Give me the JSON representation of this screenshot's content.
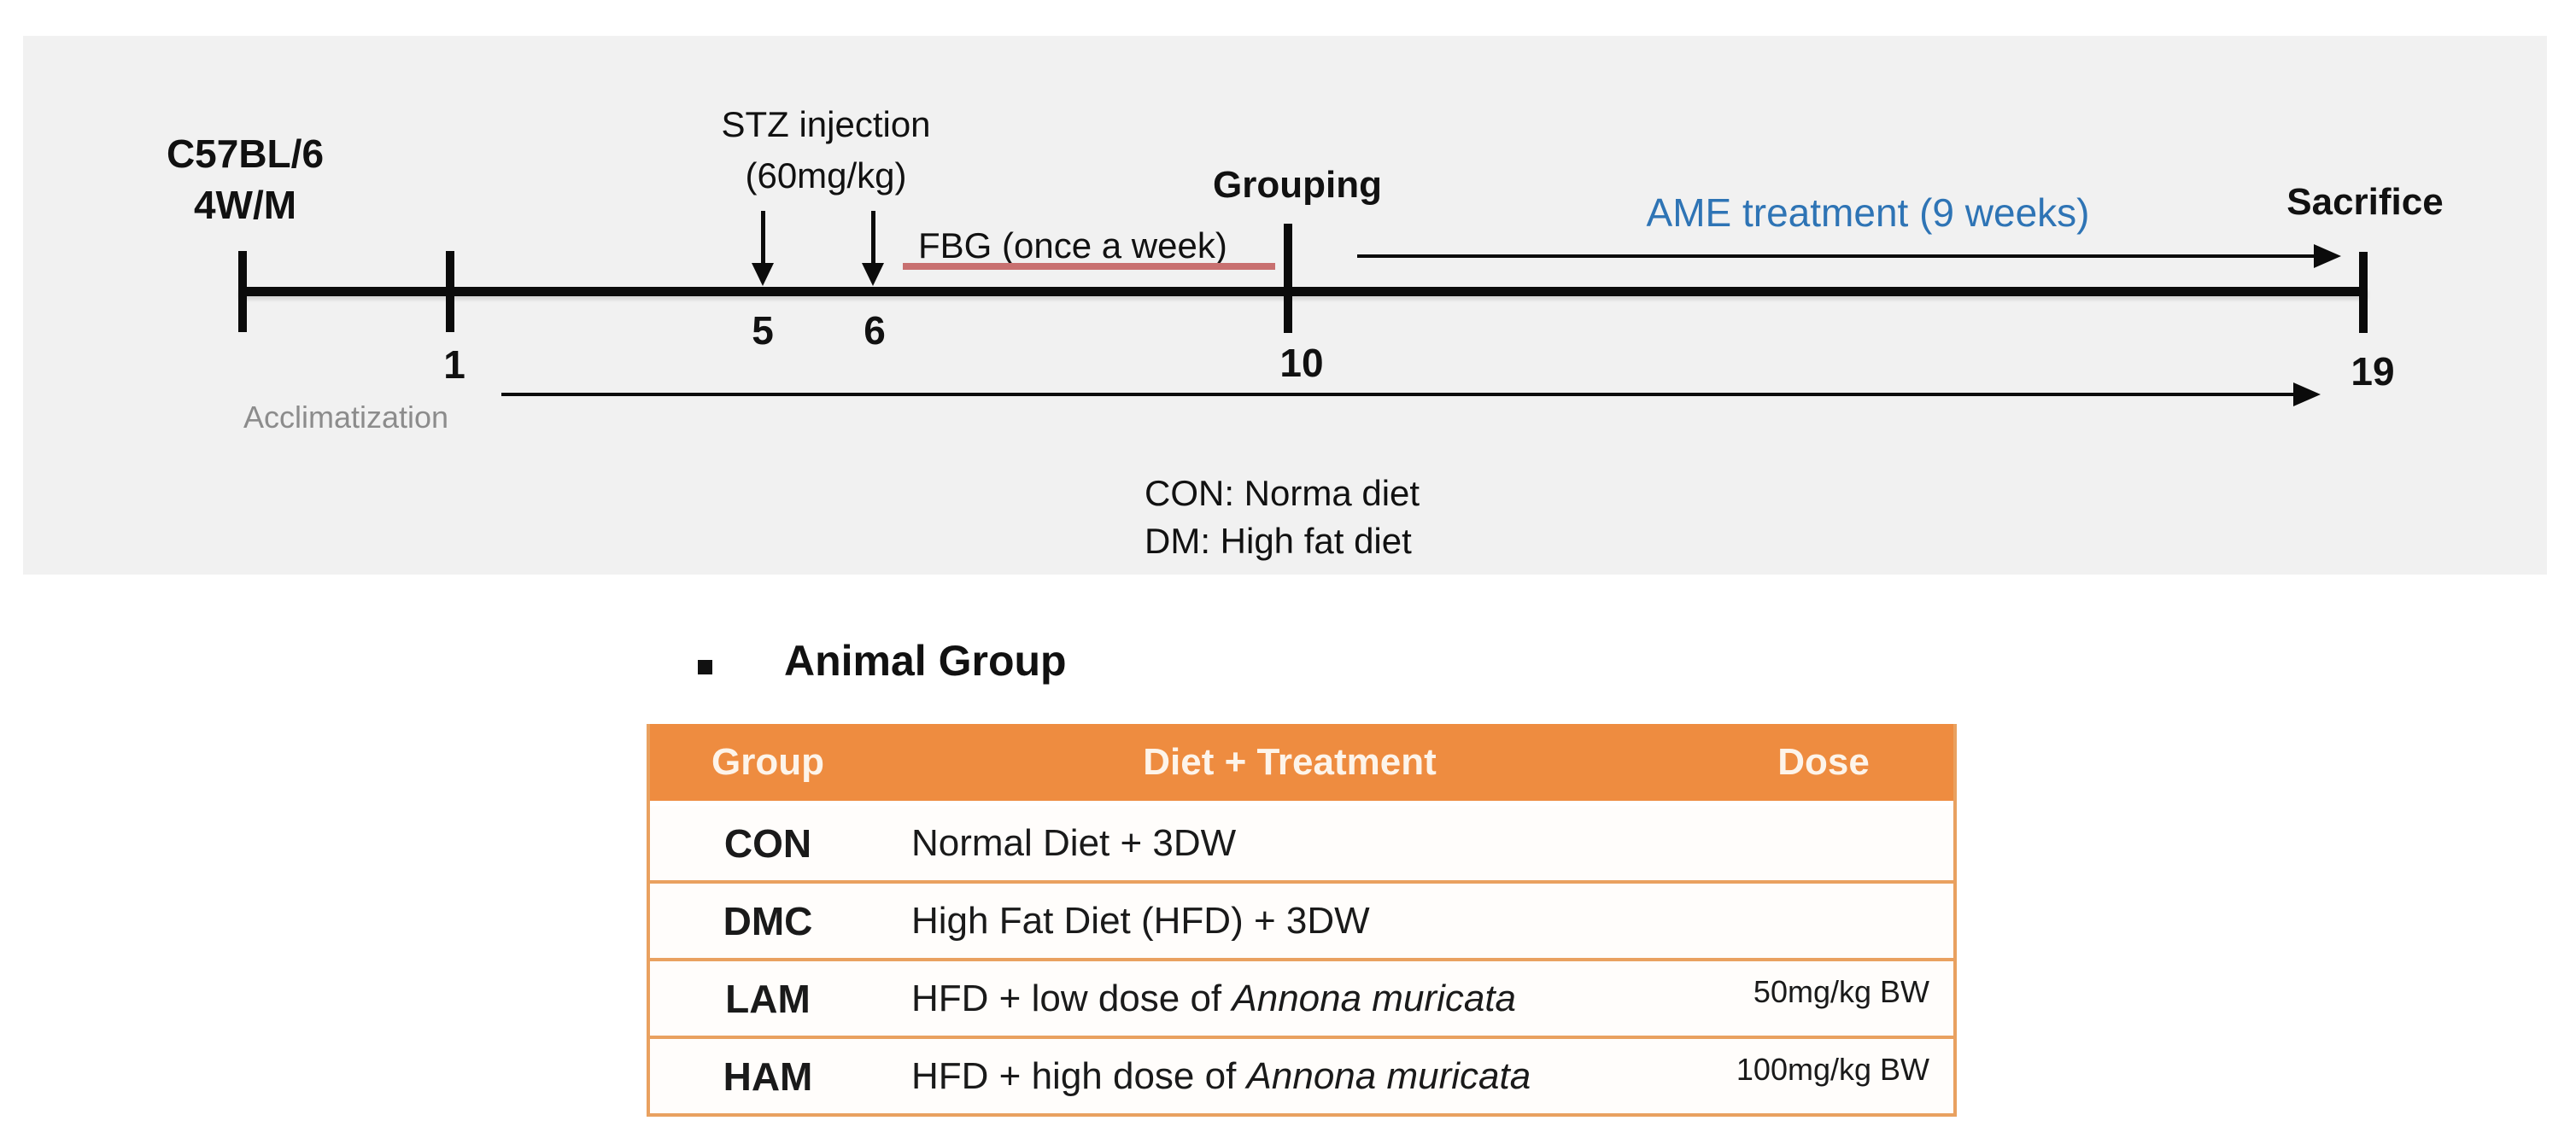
{
  "timeline": {
    "subject_line1": "C57BL/6",
    "subject_line2": "4W/M",
    "stz_line1": "STZ injection",
    "stz_line2": "(60mg/kg)",
    "fbg_label": "FBG (once a week)",
    "grouping_label": "Grouping",
    "ame_label": "AME treatment (9 weeks)",
    "sacrifice_label": "Sacrifice",
    "acclimatization_label": "Acclimatization",
    "weeks": [
      "1",
      "5",
      "6",
      "10",
      "19"
    ],
    "legend_line1": "CON: Norma diet",
    "legend_line2": "DM: High fat diet"
  },
  "animal_group": {
    "title": "Animal Group",
    "table": {
      "headers": [
        "Group",
        "Diet + Treatment",
        "Dose"
      ],
      "rows": [
        {
          "group": "CON",
          "diet_prefix": "Normal Diet + 3DW",
          "diet_italic": "",
          "dose": ""
        },
        {
          "group": "DMC",
          "diet_prefix": "High Fat Diet (HFD) + 3DW",
          "diet_italic": "",
          "dose": ""
        },
        {
          "group": "LAM",
          "diet_prefix": "HFD + low dose of ",
          "diet_italic": "Annona muricata",
          "dose": "50mg/kg BW"
        },
        {
          "group": "HAM",
          "diet_prefix": "HFD + high dose of ",
          "diet_italic": "Annona muricata",
          "dose": "100mg/kg BW"
        }
      ]
    }
  },
  "colors": {
    "panel_gray": "#f1f1f1",
    "table_header_orange": "#ee8c40",
    "table_border_orange": "#e9a160",
    "fbg_underline_red": "#c87070",
    "ame_blue": "#2e74b5",
    "acclimatization_gray": "#8c8c8c"
  }
}
